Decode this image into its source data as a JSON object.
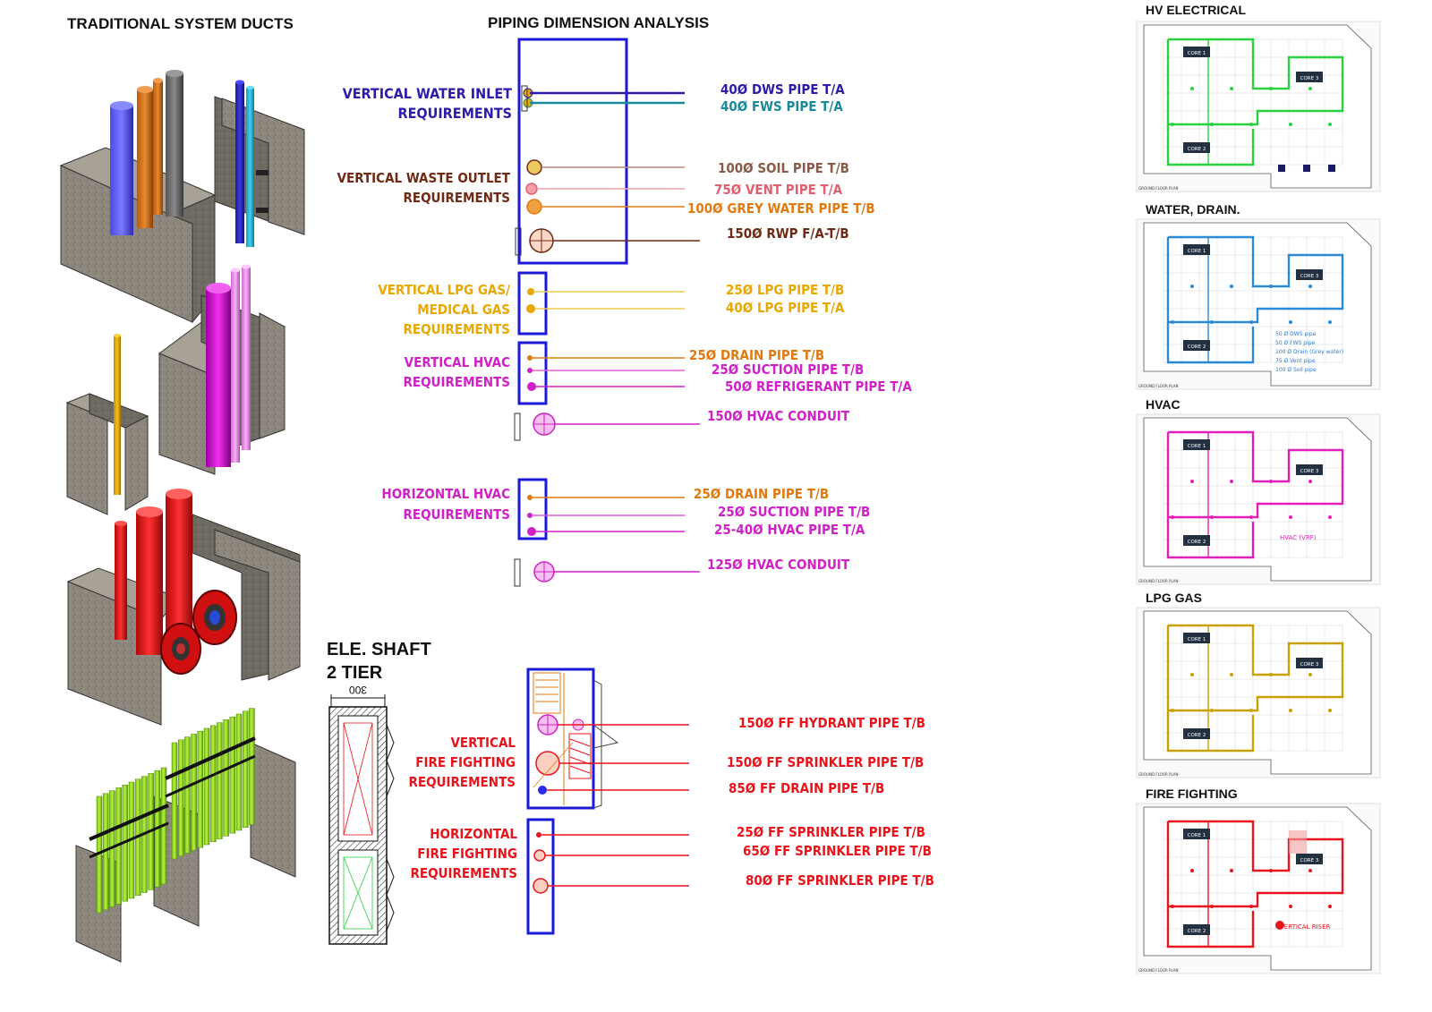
{
  "section_titles": {
    "traditional": "TRADITIONAL SYSTEM DUCTS",
    "piping": "PIPING DIMENSION ANALYSIS",
    "shaft_line1": "ELE. SHAFT",
    "shaft_line2": "2 TIER",
    "shaft_dim": "300"
  },
  "colors": {
    "water": "#2c1ca8",
    "water_teal": "#1a8a9a",
    "waste": "#6e2a14",
    "waste_vent": "#e06070",
    "waste_grey": "#e07a10",
    "gas": "#e8a800",
    "hvac": "#d020c8",
    "hvac_orange": "#e07a10",
    "fire": "#e8141c",
    "electrical": "#2ad040",
    "box": "#1a1ad8",
    "concrete": "#8c857b"
  },
  "groups": {
    "water_inlet": {
      "line1": "VERTICAL  WATER INLET",
      "line2": "REQUIREMENTS"
    },
    "waste_outlet": {
      "line1": "VERTICAL WASTE OUTLET",
      "line2": "REQUIREMENTS"
    },
    "gas": {
      "line1": "VERTICAL LPG GAS/",
      "line2": "MEDICAL GAS",
      "line3": "REQUIREMENTS"
    },
    "hvac_vertical": {
      "line1": "VERTICAL HVAC",
      "line2": "REQUIREMENTS"
    },
    "hvac_horizontal": {
      "line1": "HORIZONTAL HVAC",
      "line2": "REQUIREMENTS"
    },
    "fire_vertical": {
      "line1": "VERTICAL",
      "line2": "FIRE FIGHTING",
      "line3": "REQUIREMENTS"
    },
    "fire_horizontal": {
      "line1": "HORIZONTAL",
      "line2": "FIRE FIGHTING",
      "line3": "REQUIREMENTS"
    }
  },
  "pipes": {
    "dws": "40Ø DWS PIPE T/A",
    "fws": "40Ø FWS PIPE T/A",
    "soil": "100Ø SOIL PIPE T/B",
    "vent": "75Ø VENT PIPE T/A",
    "grey": "100Ø GREY WATER PIPE T/B",
    "rwp": "150Ø RWP  F/A-T/B",
    "lpg25": "25Ø LPG PIPE T/B",
    "lpg40": "40Ø LPG PIPE T/A",
    "hv_drain": "25Ø DRAIN PIPE T/B",
    "hv_suction": "25Ø SUCTION PIPE T/B",
    "hv_refrig": "50Ø REFRIGERANT  PIPE T/A",
    "hv_conduit150": "150Ø HVAC CONDUIT",
    "hh_drain": "25Ø DRAIN PIPE T/B",
    "hh_suction": "25Ø SUCTION PIPE T/B",
    "hh_pipe": "25-40Ø HVAC PIPE T/A",
    "hh_conduit125": "125Ø HVAC CONDUIT",
    "ff_hydrant": "150Ø FF HYDRANT PIPE T/B",
    "ff_sprinkler150": "150Ø FF SPRINKLER PIPE T/B",
    "ff_drain": "85Ø FF DRAIN PIPE T/B",
    "ff_sprinkler25": "25Ø FF SPRINKLER PIPE T/B",
    "ff_sprinkler65": "65Ø FF SPRINKLER PIPE T/B",
    "ff_sprinkler80": "80Ø FF SPRINKLER PIPE T/B"
  },
  "plans": {
    "hv_electrical": {
      "title": "HV ELECTRICAL",
      "core1": "CORE 1",
      "core2": "CORE 2",
      "core3": "CORE 3",
      "caption": "GROUND FLOOR PLAN"
    },
    "water_drain": {
      "title": "WATER, DRAIN.",
      "core1": "CORE 1",
      "core2": "CORE 2",
      "core3": "CORE 3",
      "caption": "GROUND FLOOR PLAN",
      "notes": [
        "50 Ø DWS pipe",
        "50 Ø FWS pipe",
        "100 Ø Drain (Grey water)",
        "75 Ø Vent pipe",
        "100 Ø Soil pipe"
      ]
    },
    "hvac": {
      "title": "HVAC",
      "core1": "CORE 1",
      "core2": "CORE 2",
      "core3": "CORE 3",
      "caption": "GROUND FLOOR PLAN",
      "note_head": "HVAC (VRF)"
    },
    "lpg_gas": {
      "title": "LPG GAS",
      "core1": "CORE 1",
      "core2": "CORE 2",
      "core3": "CORE 3",
      "caption": "GROUND FLOOR PLAN"
    },
    "fire_fighting": {
      "title": "FIRE FIGHTING",
      "core1": "CORE 1",
      "core2": "CORE 2",
      "core3": "CORE 3",
      "caption": "GROUND FLOOR PLAN",
      "note_head": "VERTICAL RISER"
    }
  }
}
